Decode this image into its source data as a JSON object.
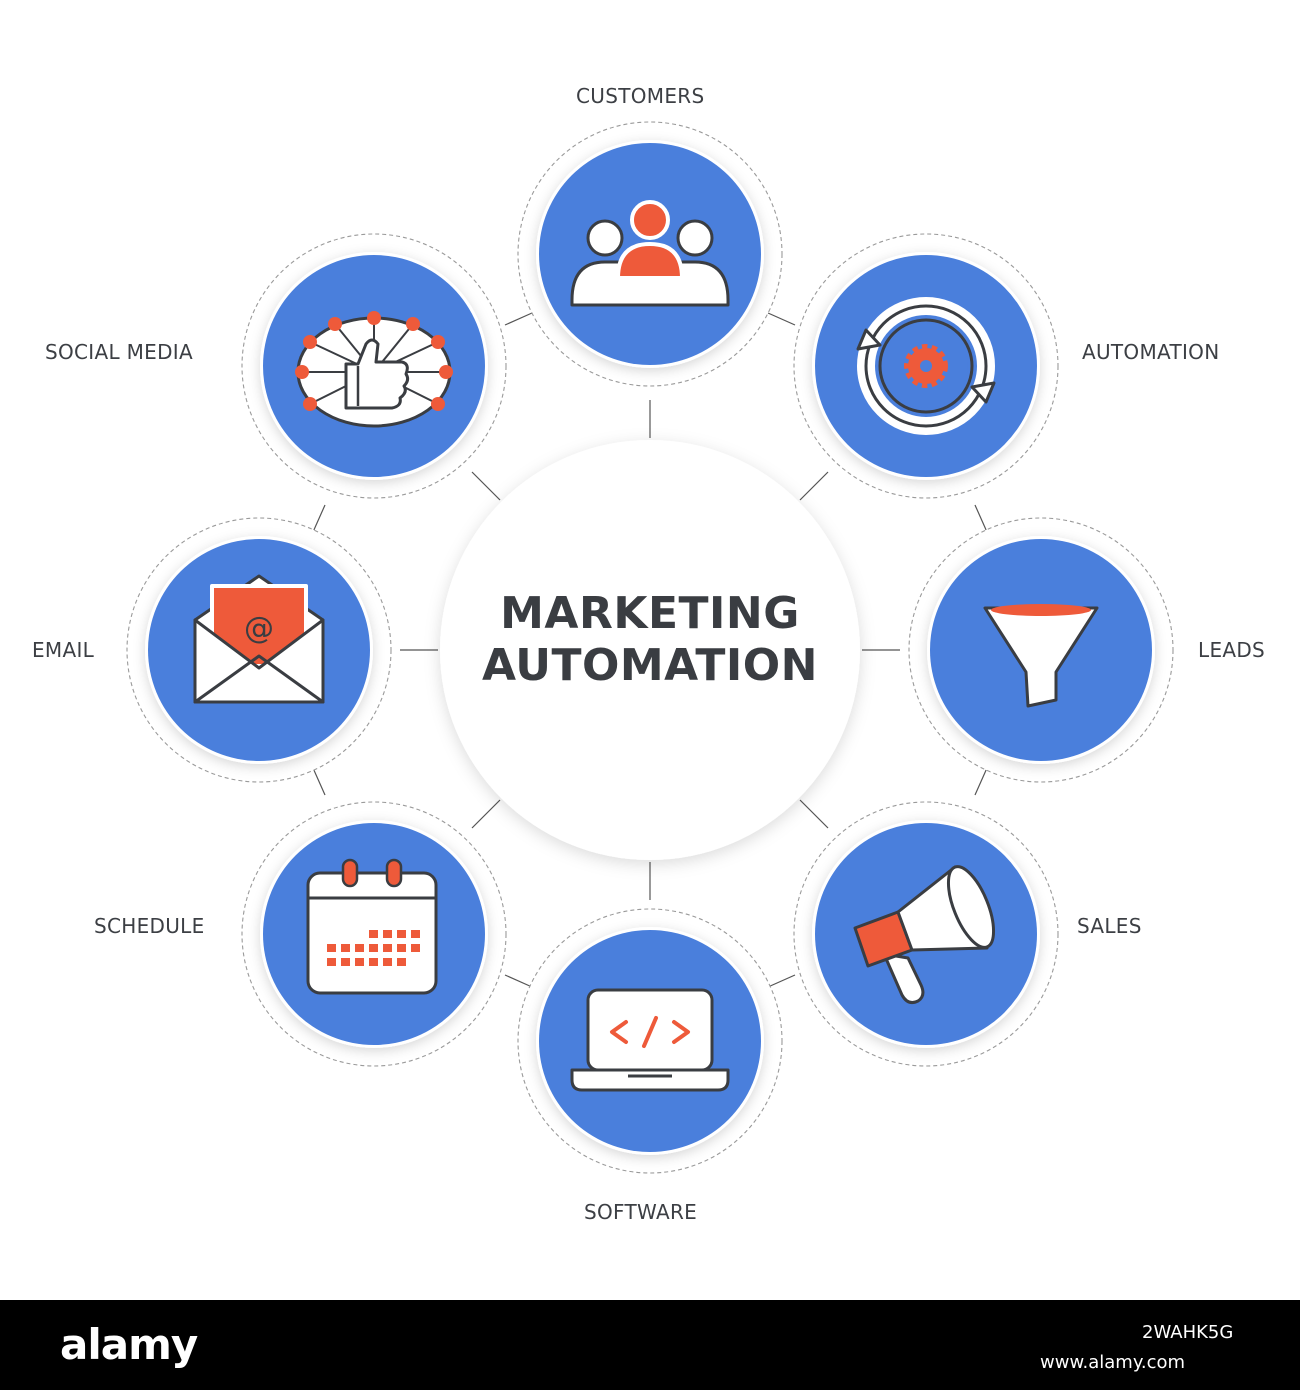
{
  "diagram": {
    "title_line1": "MARKETING",
    "title_line2": "AUTOMATION",
    "nodes": [
      {
        "label": "CUSTOMERS",
        "icon": "customers-icon"
      },
      {
        "label": "AUTOMATION",
        "icon": "automation-cycle-icon"
      },
      {
        "label": "LEADS",
        "icon": "funnel-icon"
      },
      {
        "label": "SALES",
        "icon": "megaphone-icon"
      },
      {
        "label": "SOFTWARE",
        "icon": "laptop-code-icon"
      },
      {
        "label": "SCHEDULE",
        "icon": "calendar-icon"
      },
      {
        "label": "EMAIL",
        "icon": "email-envelope-icon"
      },
      {
        "label": "SOCIAL MEDIA",
        "icon": "social-like-icon"
      }
    ],
    "colors": {
      "node_fill": "#4a7fdc",
      "accent": "#ee5a3a",
      "text": "#3a3d42",
      "outline": "#3a3d42"
    }
  },
  "footer": {
    "brand": "alamy",
    "image_id": "2WAHK5G",
    "url": "www.alamy.com"
  }
}
